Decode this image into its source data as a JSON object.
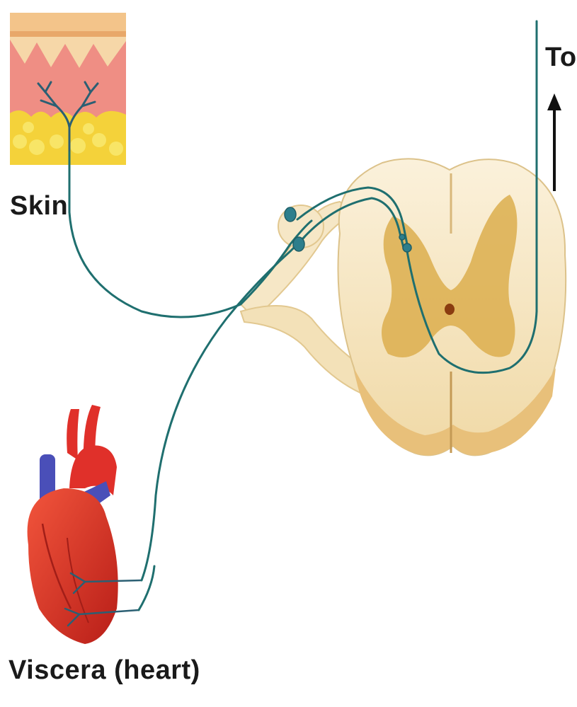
{
  "labels": {
    "skin": "Skin",
    "to": "To",
    "viscera": "Viscera (heart)"
  },
  "colors": {
    "nerve": "#1f6f6f",
    "skin_surface": "#f3c48a",
    "skin_dermis": "#ef8e84",
    "skin_fat": "#f4d23a",
    "cord_white": "#f6e7c6",
    "cord_grey": "#dcae4e",
    "heart_red": "#e0302a",
    "heart_vessel_blue": "#4a4fb8"
  },
  "icons": {
    "arrow": "arrow-up-icon"
  }
}
